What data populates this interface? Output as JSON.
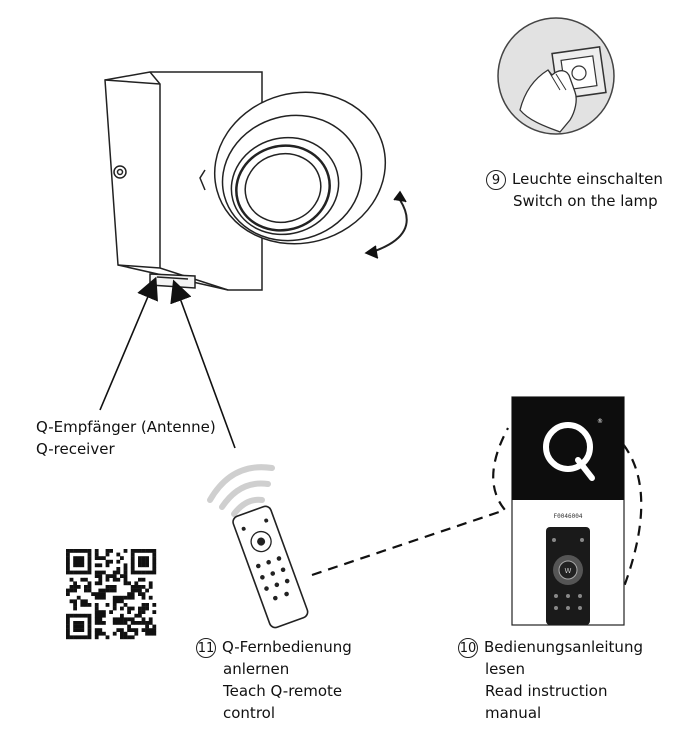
{
  "step9": {
    "num": "9",
    "line1": "Leuchte einschalten",
    "line2": "Switch on the lamp"
  },
  "receiver": {
    "line1": "Q-Empfänger (Antenne)",
    "line2": "Q-receiver"
  },
  "step11": {
    "num": "11",
    "line1": "Q-Fernbedienung",
    "line2": "anlernen",
    "line3": "Teach Q-remote",
    "line4": "control"
  },
  "step10": {
    "num": "10",
    "line1": "Bedienungsanleitung",
    "line2": "lesen",
    "line3": "Read instruction",
    "line4": "manual"
  },
  "manual_cover": {
    "logo": "Q",
    "code": "F0046004",
    "remote_center": "W"
  },
  "colors": {
    "ink": "#111111",
    "booklet_top": "#0d0d0d",
    "wifi_arc": "#cfcfcf",
    "switch_bg": "#e2e2e2"
  },
  "icons": [
    "wall-lamp",
    "switch-hand-icon",
    "remote-control",
    "wifi-signal-icon",
    "qr-code",
    "manual-booklet"
  ]
}
